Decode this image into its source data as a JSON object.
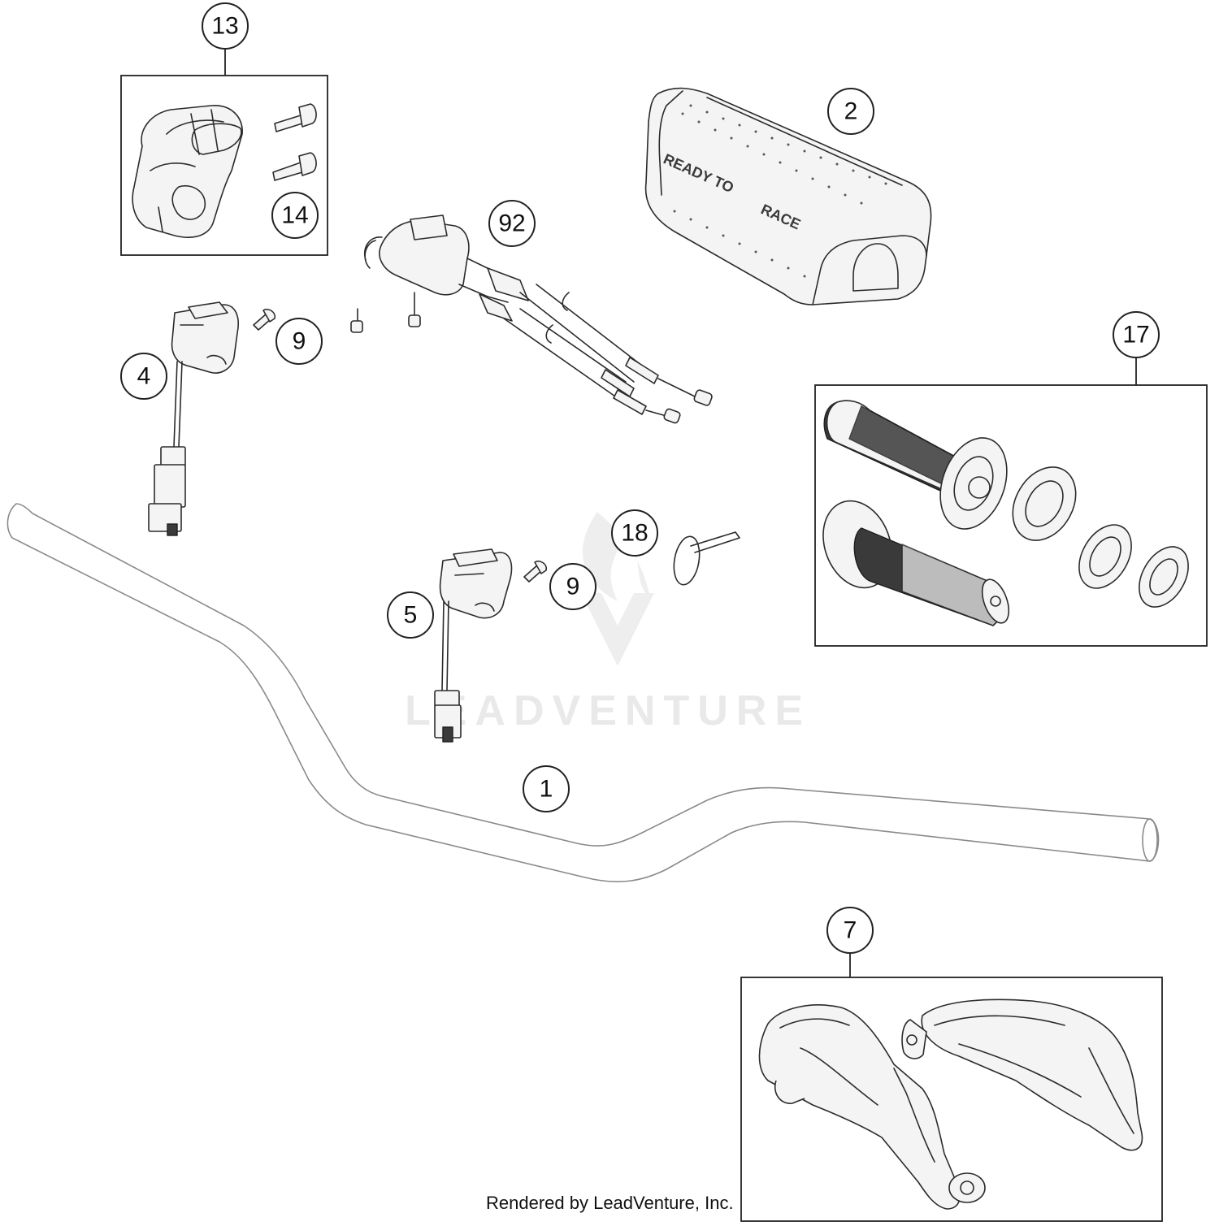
{
  "callouts": [
    {
      "id": "13",
      "label": "13"
    },
    {
      "id": "14",
      "label": "14"
    },
    {
      "id": "2",
      "label": "2"
    },
    {
      "id": "92",
      "label": "92"
    },
    {
      "id": "9a",
      "label": "9"
    },
    {
      "id": "4",
      "label": "4"
    },
    {
      "id": "17",
      "label": "17"
    },
    {
      "id": "18",
      "label": "18"
    },
    {
      "id": "9b",
      "label": "9"
    },
    {
      "id": "5",
      "label": "5"
    },
    {
      "id": "1",
      "label": "1"
    },
    {
      "id": "7",
      "label": "7"
    }
  ],
  "pad_print": {
    "line1": "READY TO",
    "line2": "RACE"
  },
  "watermark": {
    "text": "LEADVENTURE"
  },
  "credit": {
    "text": "Rendered by LeadVenture, Inc."
  }
}
